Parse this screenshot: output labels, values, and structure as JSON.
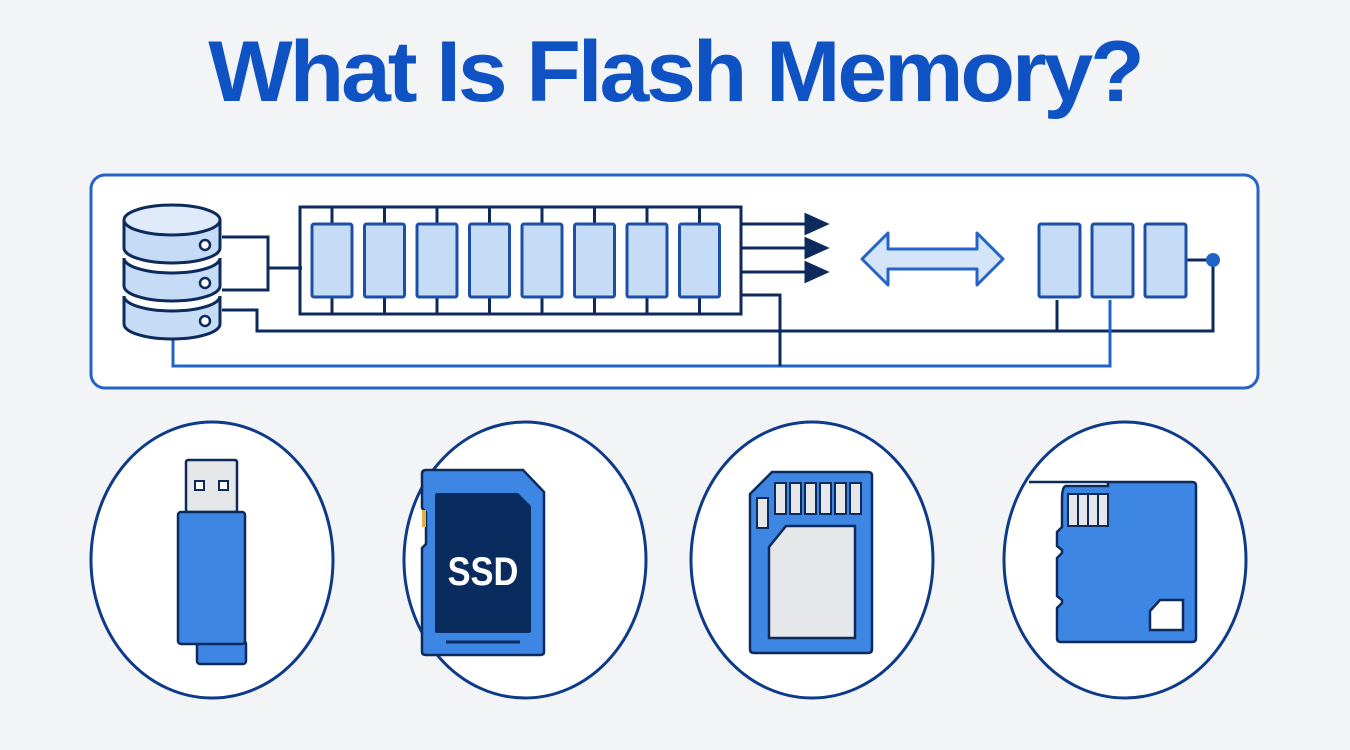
{
  "title": "What Is Flash Memory?",
  "colors": {
    "title": "#0f52c4",
    "panel_border": "#2563c8",
    "line_dark": "#0d2a5c",
    "line_blue": "#1f63c8",
    "cell_fill": "#c6dcf6",
    "device_blue": "#3d86e4",
    "device_dark": "#0a2b5e",
    "contact_gray": "#e6e7e9",
    "circle_border": "#0e3a8a"
  },
  "diagram": {
    "storage_stack_disks": 3,
    "memory_cells": 8,
    "output_arrows": 3,
    "buffer_cells": 3,
    "transfer_arrow": "bidirectional"
  },
  "devices": [
    {
      "name": "usb-flash-drive",
      "label": ""
    },
    {
      "name": "sd-card",
      "label": "SSD"
    },
    {
      "name": "sd-card-contacts",
      "label": ""
    },
    {
      "name": "microsd-card",
      "label": ""
    }
  ]
}
